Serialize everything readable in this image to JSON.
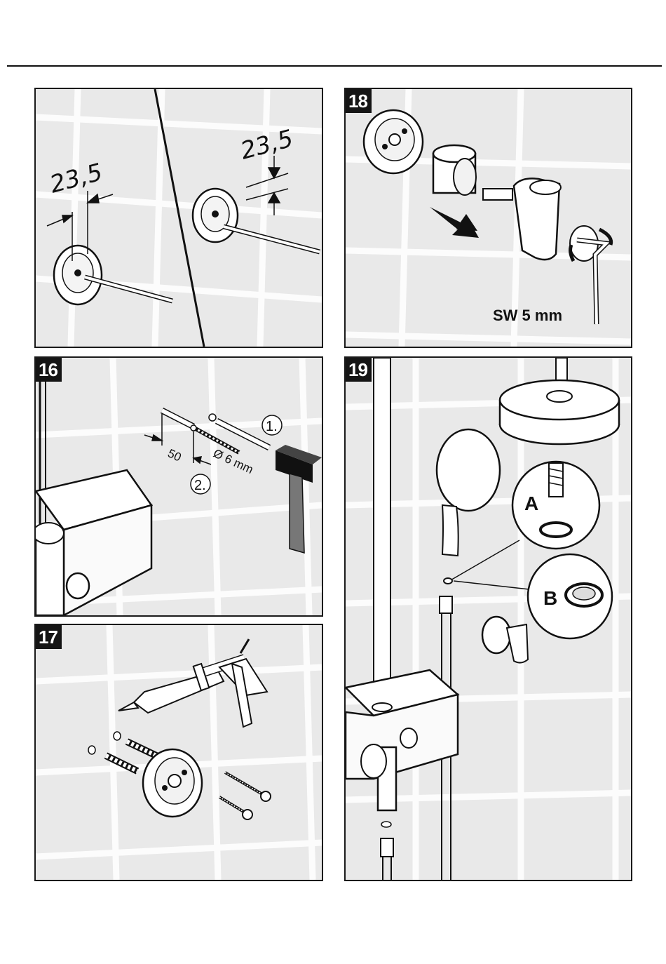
{
  "panels": {
    "p15": {
      "dim_left": "23,5",
      "dim_right": "23,5"
    },
    "p18": {
      "step": "18",
      "wrench_size": "SW 5 mm"
    },
    "p16": {
      "step": "16",
      "depth": "50",
      "drill": "Ø 6 mm",
      "order_1": "1.",
      "order_2": "2."
    },
    "p17": {
      "step": "17"
    },
    "p19": {
      "step": "19",
      "label_a": "A",
      "label_b": "B"
    }
  }
}
